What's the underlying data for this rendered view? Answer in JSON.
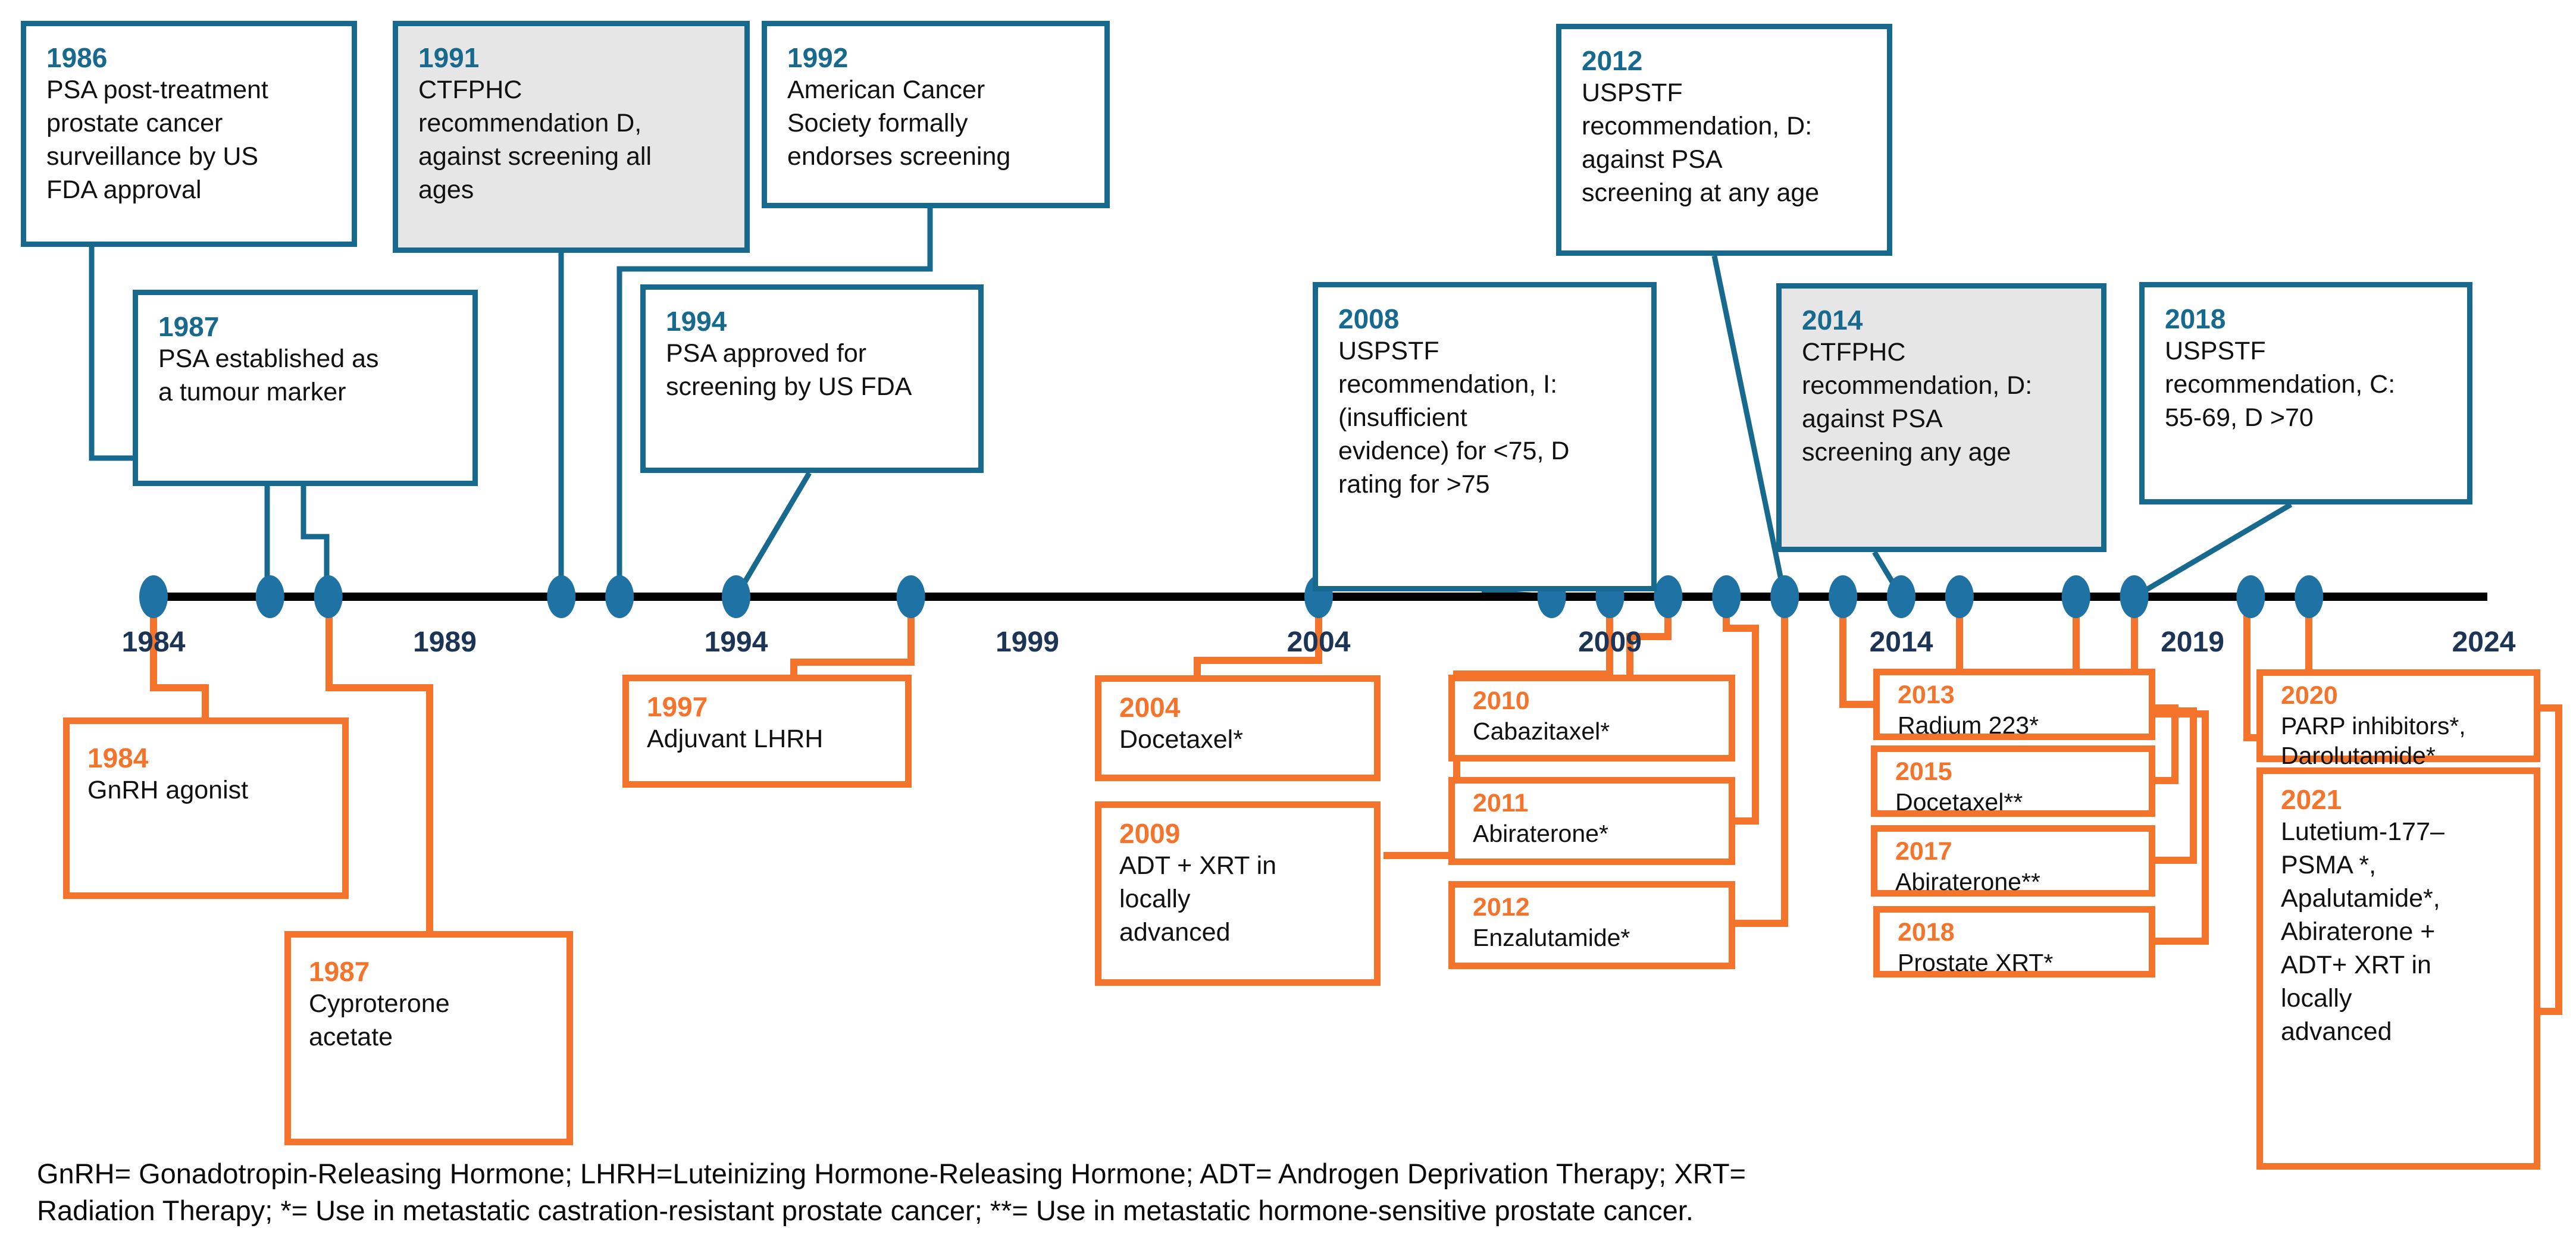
{
  "timeline": {
    "axis_labels": [
      "1984",
      "1989",
      "1994",
      "1999",
      "2004",
      "2009",
      "2014",
      "2019",
      "2024"
    ],
    "dot_years": [
      1984,
      1986,
      1987,
      1991,
      1992,
      1994,
      1997,
      2004,
      2008,
      2009,
      2010,
      2011,
      2012,
      2013,
      2014,
      2015,
      2017,
      2018,
      2020,
      2021
    ],
    "year_start": 1984,
    "year_end": 2024
  },
  "colors": {
    "teal": "#17698E",
    "dot_blue": "#1E72A4",
    "orange": "#F4742B",
    "gray_fill": "#E7E6E6",
    "axis_label_navy": "#1C3557",
    "axis_line": "#000000"
  },
  "events": [
    {
      "year": "1986",
      "text": "PSA post-treatment\nprostate cancer\nsurveillance by US\nFDA approval"
    },
    {
      "year": "1991",
      "text": "CTFPHC\nrecommendation D,\nagainst screening all\nages"
    },
    {
      "year": "1992",
      "text": "American Cancer\nSociety formally\nendorses screening"
    },
    {
      "year": "2012",
      "text": "USPSTF\nrecommendation, D:\nagainst PSA\nscreening at any age"
    },
    {
      "year": "1987",
      "text": "PSA established as\na tumour marker"
    },
    {
      "year": "1994",
      "text": "PSA approved for\nscreening by US FDA"
    },
    {
      "year": "2008",
      "text": "USPSTF\nrecommendation, I:\n(insufficient\nevidence) for <75, D\nrating for >75"
    },
    {
      "year": "2014",
      "text": "CTFPHC\nrecommendation, D:\nagainst PSA\nscreening any age"
    },
    {
      "year": "2018",
      "text": "USPSTF\nrecommendation, C:\n55-69, D >70"
    },
    {
      "year": "1984",
      "text": "GnRH agonist"
    },
    {
      "year": "1987",
      "text": "Cyproterone\nacetate"
    },
    {
      "year": "1997",
      "text": "Adjuvant LHRH"
    },
    {
      "year": "2004",
      "text": "Docetaxel*"
    },
    {
      "year": "2009",
      "text": "ADT + XRT in\nlocally\nadvanced"
    },
    {
      "year": "2010",
      "text": "Cabazitaxel*"
    },
    {
      "year": "2011",
      "text": "Abiraterone*"
    },
    {
      "year": "2012",
      "text": "Enzalutamide*"
    },
    {
      "year": "2013",
      "text": "Radium 223*"
    },
    {
      "year": "2015",
      "text": "Docetaxel**"
    },
    {
      "year": "2017",
      "text": "Abiraterone**"
    },
    {
      "year": "2018",
      "text": "Prostate XRT*"
    },
    {
      "year": "2020",
      "text": "PARP inhibitors*,\nDarolutamide*"
    },
    {
      "year": "2021",
      "text": "Lutetium-177–\nPSMA *,\nApalutamide*,\nAbiraterone +\nADT+ XRT in\nlocally\nadvanced"
    }
  ],
  "footer": "GnRH= Gonadotropin-Releasing Hormone; LHRH=Luteinizing Hormone-Releasing Hormone; ADT= Androgen Deprivation Therapy; XRT=\nRadiation Therapy; *= Use in metastatic castration-resistant prostate cancer; **= Use in metastatic hormone-sensitive prostate cancer."
}
